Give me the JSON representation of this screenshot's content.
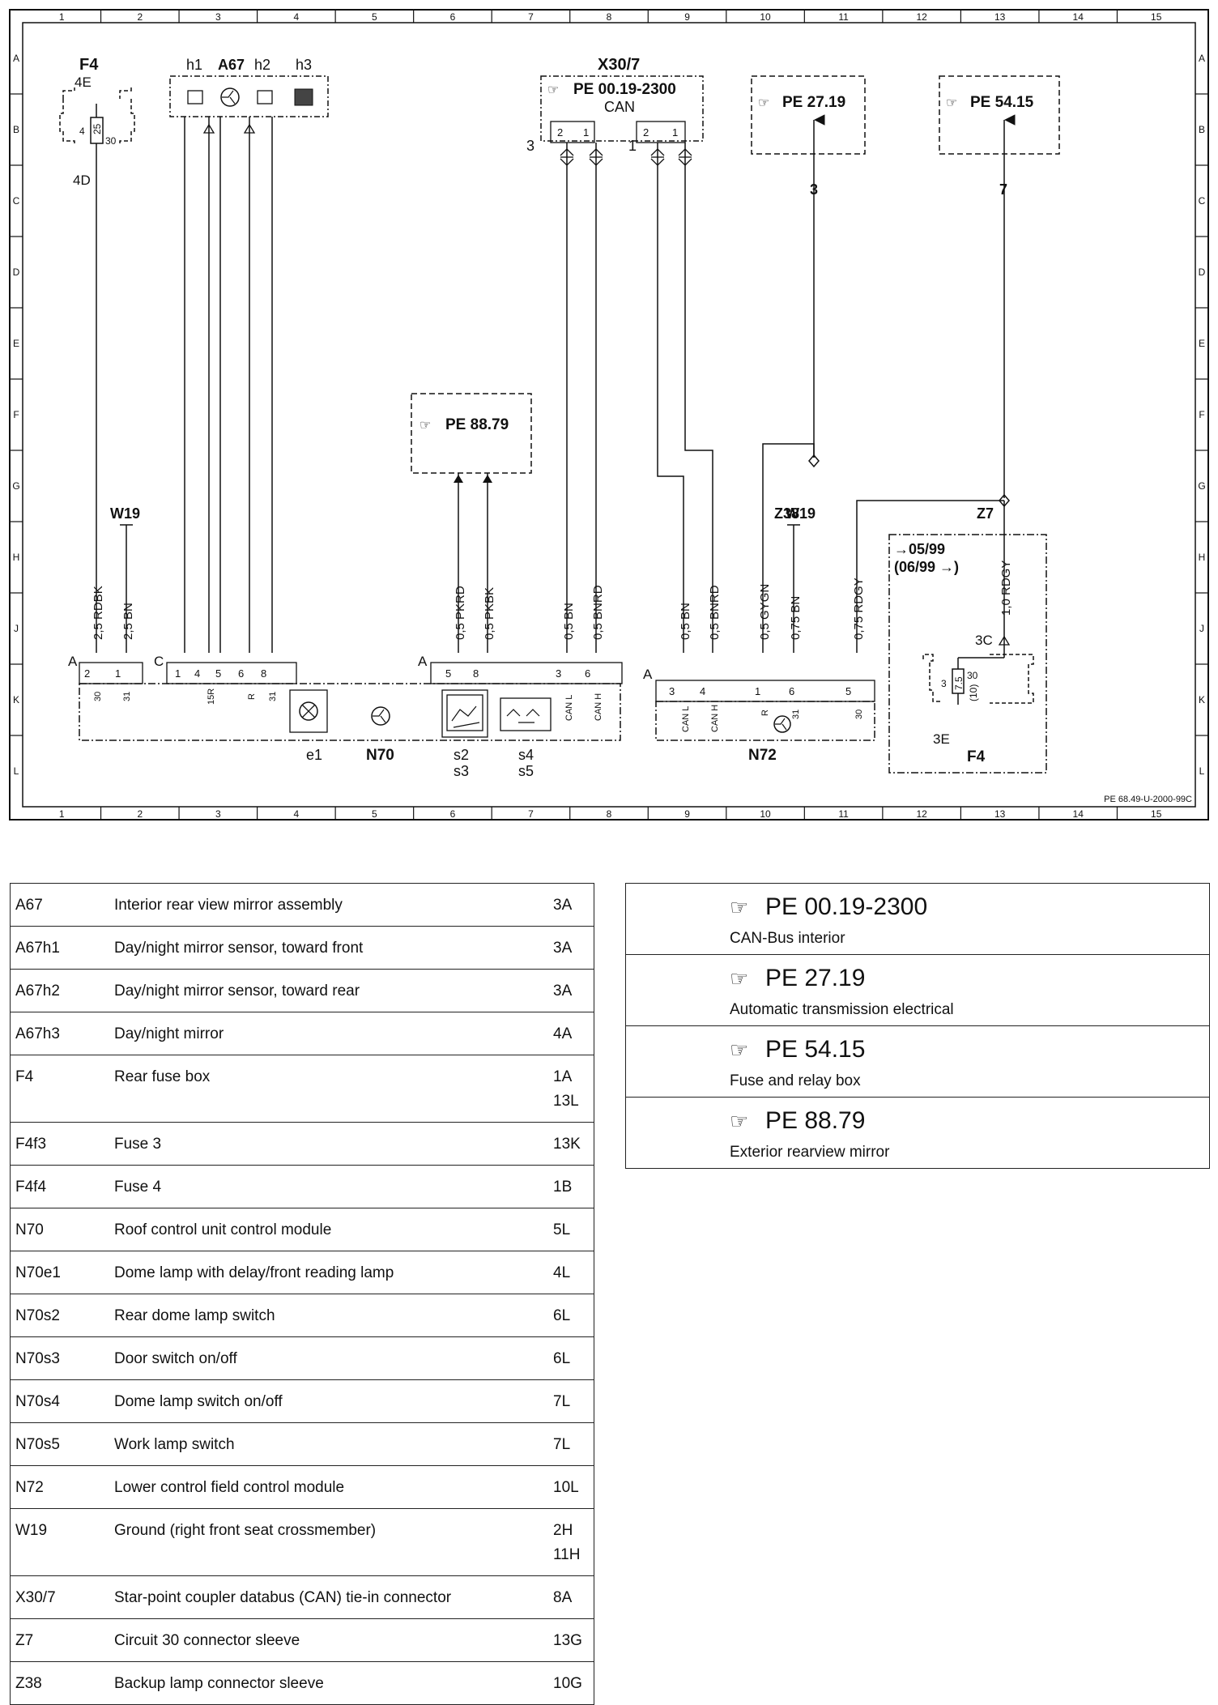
{
  "frame": {
    "col_numbers": [
      "1",
      "2",
      "3",
      "4",
      "5",
      "6",
      "7",
      "8",
      "9",
      "10",
      "11",
      "12",
      "13",
      "14",
      "15"
    ],
    "row_letters": [
      "A",
      "B",
      "C",
      "D",
      "E",
      "F",
      "G",
      "H",
      "J",
      "K",
      "L"
    ],
    "drawing_number": "PE 68.49-U-2000-99C"
  },
  "components": {
    "f4_top": {
      "name": "F4",
      "pin_top": "4E",
      "pin_bottom": "4D",
      "fuse": "25",
      "pins": [
        "4",
        "30"
      ]
    },
    "a67": {
      "name": "A67",
      "h1": "h1",
      "h2": "h2",
      "h3": "h3"
    },
    "x30_7": {
      "name": "X30/7",
      "ref": "PE 00.19-2300",
      "sub": "CAN",
      "side_left": "3",
      "side_right": "1",
      "pins_left": [
        "2",
        "1"
      ],
      "pins_right": [
        "2",
        "1"
      ]
    },
    "pe2719": {
      "ref": "PE 27.19",
      "wire": "3"
    },
    "pe5415": {
      "ref": "PE 54.15",
      "wire": "7"
    },
    "pe8879": {
      "ref": "PE 88.79"
    },
    "w19_left": {
      "name": "W19"
    },
    "w19_right": {
      "name": "W19"
    },
    "z38": {
      "name": "Z38"
    },
    "z7": {
      "name": "Z7"
    },
    "n70": {
      "name": "N70",
      "e1": "e1",
      "s2": "s2",
      "s3": "s3",
      "s4": "s4",
      "s5": "s5"
    },
    "n72": {
      "name": "N72"
    },
    "f4_bottom": {
      "name": "F4",
      "date1": "→05/99",
      "date2": "(06/99 →)",
      "pin": "3C",
      "pin_bottom": "3E",
      "fuse": "7.5",
      "pins": [
        "3",
        "30",
        "(10)"
      ]
    }
  },
  "wires": {
    "w1": "2,5 RDBK",
    "w2": "2,5 BN",
    "w3": "0,5 PKRD",
    "w4": "0,5 PKBK",
    "w5": "0,5 BN",
    "w6": "0,5 BNRD",
    "w7": "0,5 BN",
    "w8": "0,5 BNRD",
    "w9": "0,5 GYGN",
    "w10": "0,75 BN",
    "w11": "0,75 RDGY",
    "w12": "1,0 RDGY"
  },
  "connectors": {
    "n70_a": {
      "letter": "A",
      "pins": [
        "2",
        "1"
      ],
      "terms": [
        "30",
        "31"
      ]
    },
    "n70_c": {
      "letter": "C",
      "pins": [
        "1",
        "4",
        "5",
        "6",
        "8"
      ],
      "terms": [
        "15R",
        "R",
        "31"
      ]
    },
    "n70_a2": {
      "letter": "A",
      "pins": [
        "5",
        "8",
        "3",
        "6"
      ],
      "terms": [
        "CAN L",
        "CAN H"
      ]
    },
    "n72_a": {
      "letter": "A",
      "pins": [
        "3",
        "4",
        "1",
        "6",
        "5"
      ],
      "terms": [
        "CAN L",
        "CAN H",
        "R",
        "31",
        "30"
      ]
    }
  },
  "legend": [
    {
      "code": "A67",
      "desc": "Interior rear view mirror assembly",
      "loc": "3A"
    },
    {
      "code": "A67h1",
      "desc": "Day/night mirror sensor, toward front",
      "loc": "3A"
    },
    {
      "code": "A67h2",
      "desc": "Day/night mirror sensor, toward rear",
      "loc": "3A"
    },
    {
      "code": "A67h3",
      "desc": "Day/night mirror",
      "loc": "4A"
    },
    {
      "code": "F4",
      "desc": "Rear fuse box",
      "loc": "1A\n13L"
    },
    {
      "code": "F4f3",
      "desc": "Fuse 3",
      "loc": "13K"
    },
    {
      "code": "F4f4",
      "desc": "Fuse 4",
      "loc": "1B"
    },
    {
      "code": "N70",
      "desc": "Roof control unit control module",
      "loc": "5L"
    },
    {
      "code": "N70e1",
      "desc": "Dome lamp with delay/front reading lamp",
      "loc": "4L"
    },
    {
      "code": "N70s2",
      "desc": "Rear dome lamp switch",
      "loc": "6L"
    },
    {
      "code": "N70s3",
      "desc": "Door switch on/off",
      "loc": "6L"
    },
    {
      "code": "N70s4",
      "desc": "Dome lamp switch on/off",
      "loc": "7L"
    },
    {
      "code": "N70s5",
      "desc": "Work lamp switch",
      "loc": "7L"
    },
    {
      "code": "N72",
      "desc": "Lower control field control module",
      "loc": "10L"
    },
    {
      "code": "W19",
      "desc": "Ground (right front seat crossmember)",
      "loc": "2H\n11H"
    },
    {
      "code": "X30/7",
      "desc": "Star-point coupler databus (CAN) tie-in connector",
      "loc": "8A"
    },
    {
      "code": "Z7",
      "desc": "Circuit 30 connector sleeve",
      "loc": "13G"
    },
    {
      "code": "Z38",
      "desc": "Backup lamp connector sleeve",
      "loc": "10G"
    }
  ],
  "references": [
    {
      "ref": "PE 00.19-2300",
      "desc": "CAN-Bus interior"
    },
    {
      "ref": "PE 27.19",
      "desc": "Automatic transmission electrical"
    },
    {
      "ref": "PE 54.15",
      "desc": "Fuse and relay box"
    },
    {
      "ref": "PE 88.79",
      "desc": "Exterior rearview mirror"
    }
  ]
}
